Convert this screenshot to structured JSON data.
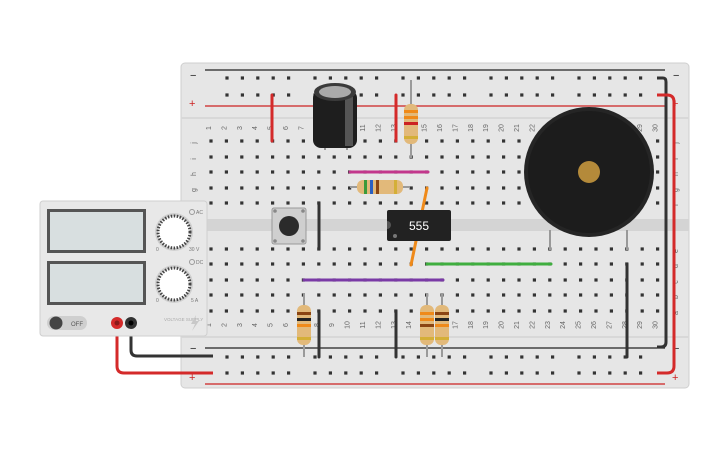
{
  "breadboard": {
    "column_numbers": [
      "1",
      "2",
      "3",
      "4",
      "5",
      "6",
      "7",
      "8",
      "9",
      "10",
      "11",
      "12",
      "13",
      "14",
      "15",
      "16",
      "17",
      "18",
      "19",
      "20",
      "21",
      "22",
      "23",
      "24",
      "25",
      "26",
      "27",
      "28",
      "29",
      "30"
    ],
    "row_letters_top": [
      "j",
      "i",
      "h",
      "g",
      "f"
    ],
    "row_letters_bottom": [
      "e",
      "d",
      "c",
      "b",
      "a"
    ],
    "rail_minus": "−",
    "rail_plus": "+",
    "colors": {
      "board": "#e6e6e6",
      "hole": "#333333",
      "rail_red": "#cc2222",
      "rail_black": "#222222"
    }
  },
  "ic": {
    "label": "555",
    "color": "#222222"
  },
  "power_supply": {
    "knob_top_min": "0",
    "knob_top_max": "30 V",
    "knob_bottom_min": "0",
    "knob_bottom_max": "5 A",
    "indicator_top": "AC",
    "indicator_bottom": "DC",
    "switch_label": "OFF",
    "brand_text": "VOLTAGE SUPPLY",
    "display_color": "#d8dfe0"
  },
  "components": {
    "capacitor": "electrolytic-capacitor",
    "buzzer": "piezo-buzzer",
    "button": "push-button"
  },
  "wire_colors": {
    "red": "#d42a2a",
    "black": "#333333",
    "pink": "#c2378c",
    "purple": "#7a3aa6",
    "green": "#3fae3f",
    "orange": "#ef8a1a"
  }
}
